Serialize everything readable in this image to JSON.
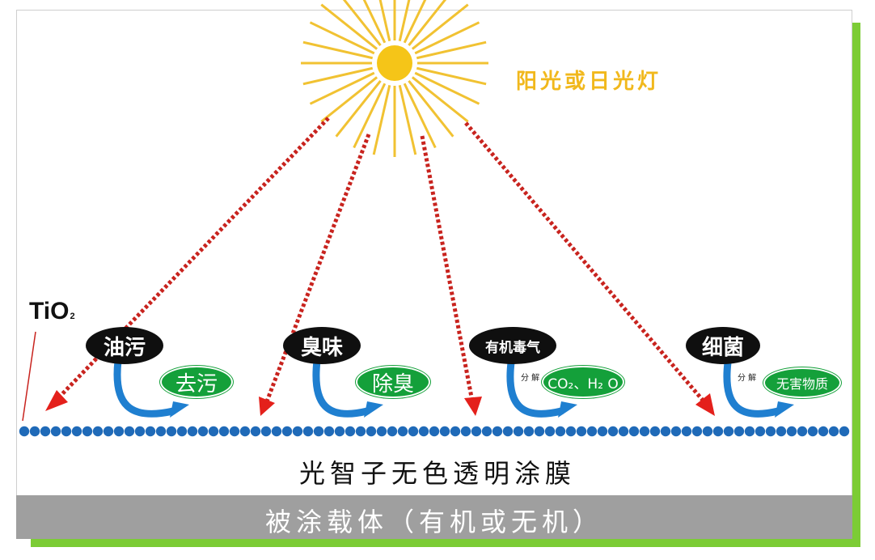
{
  "sun_label": "阳光或日光灯",
  "tio2": {
    "base": "TiO",
    "sub": "2"
  },
  "items": [
    {
      "pollutant": "油污",
      "result": "去污",
      "decompose": ""
    },
    {
      "pollutant": "臭味",
      "result": "除臭",
      "decompose": ""
    },
    {
      "pollutant": "有机毒气",
      "result": "CO₂、H₂ O",
      "decompose": "分 解"
    },
    {
      "pollutant": "细菌",
      "result": "无害物质",
      "decompose": "分 解"
    }
  ],
  "coating_label": "光智子无色透明涂膜",
  "substrate_label": "被涂载体（有机或无机）",
  "colors": {
    "sun": "#f5c518",
    "sun_rays": "#f1c232",
    "arrows": "#c8231e",
    "arrow_heads": "#e4201b",
    "pollutant_pill": "#0f0f0f",
    "result_pill": "#14a03a",
    "reaction_curve": "#1f7fd0",
    "beads": "#1f6ab8",
    "substrate": "#9f9f9f",
    "frame_shadow": "#7ccc35"
  }
}
